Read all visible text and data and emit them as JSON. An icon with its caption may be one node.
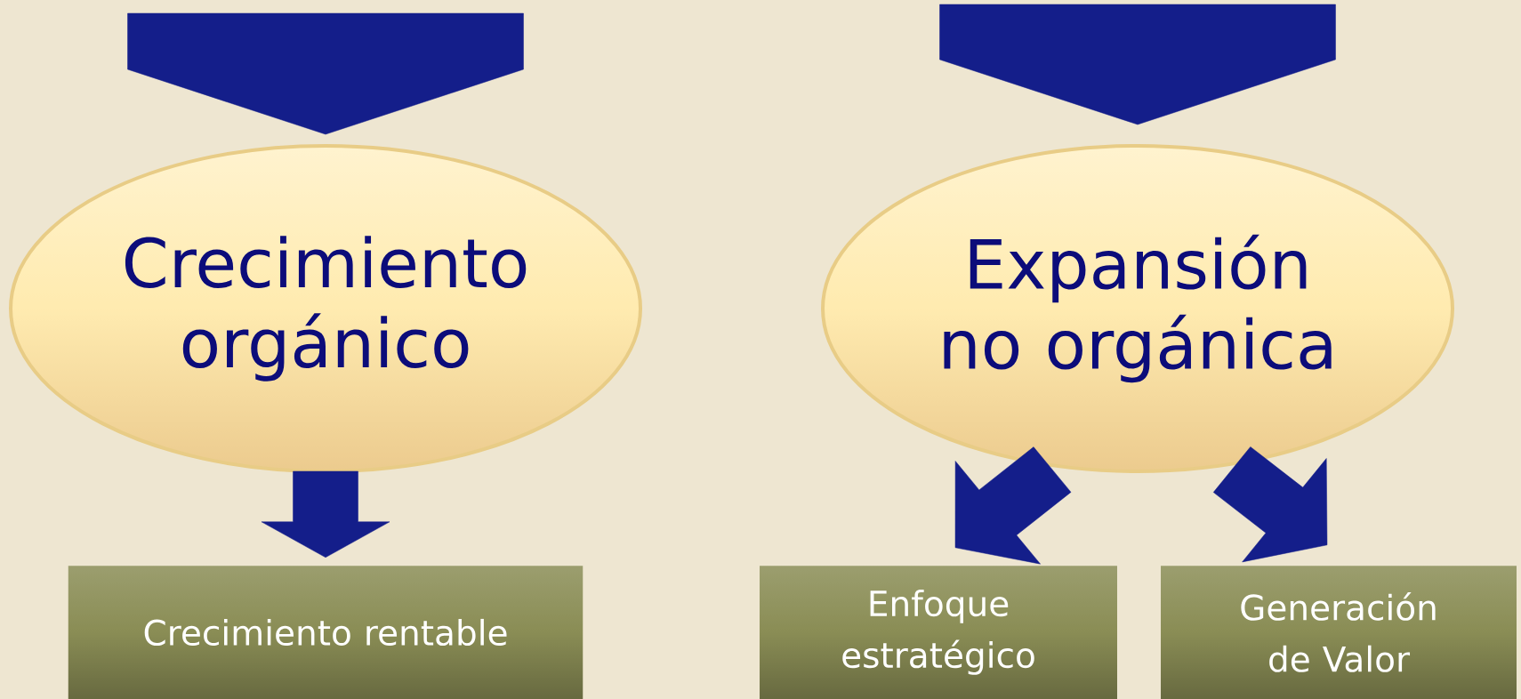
{
  "diagram": {
    "nodes": [
      {
        "text": [
          "Crecimiento orgánico"
        ]
      },
      {
        "text": [
          "Expansión no orgánica"
        ]
      },
      {
        "text": [
          "Crecimiento rentable"
        ]
      },
      {
        "text": [
          "Enfoque estratégico"
        ]
      },
      {
        "text": [
          "Generación de Valor"
        ]
      }
    ],
    "edges": [
      {
        "from": null,
        "to": 0,
        "arrow": "to",
        "style": "thick"
      },
      {
        "from": null,
        "to": 1,
        "arrow": "to",
        "style": "thick"
      },
      {
        "from": 0,
        "to": 2,
        "arrow": "to",
        "style": "thick"
      },
      {
        "from": 1,
        "to": 3,
        "arrow": "to",
        "style": "thick"
      },
      {
        "from": 1,
        "to": 4,
        "arrow": "to",
        "style": "thick"
      }
    ]
  }
}
